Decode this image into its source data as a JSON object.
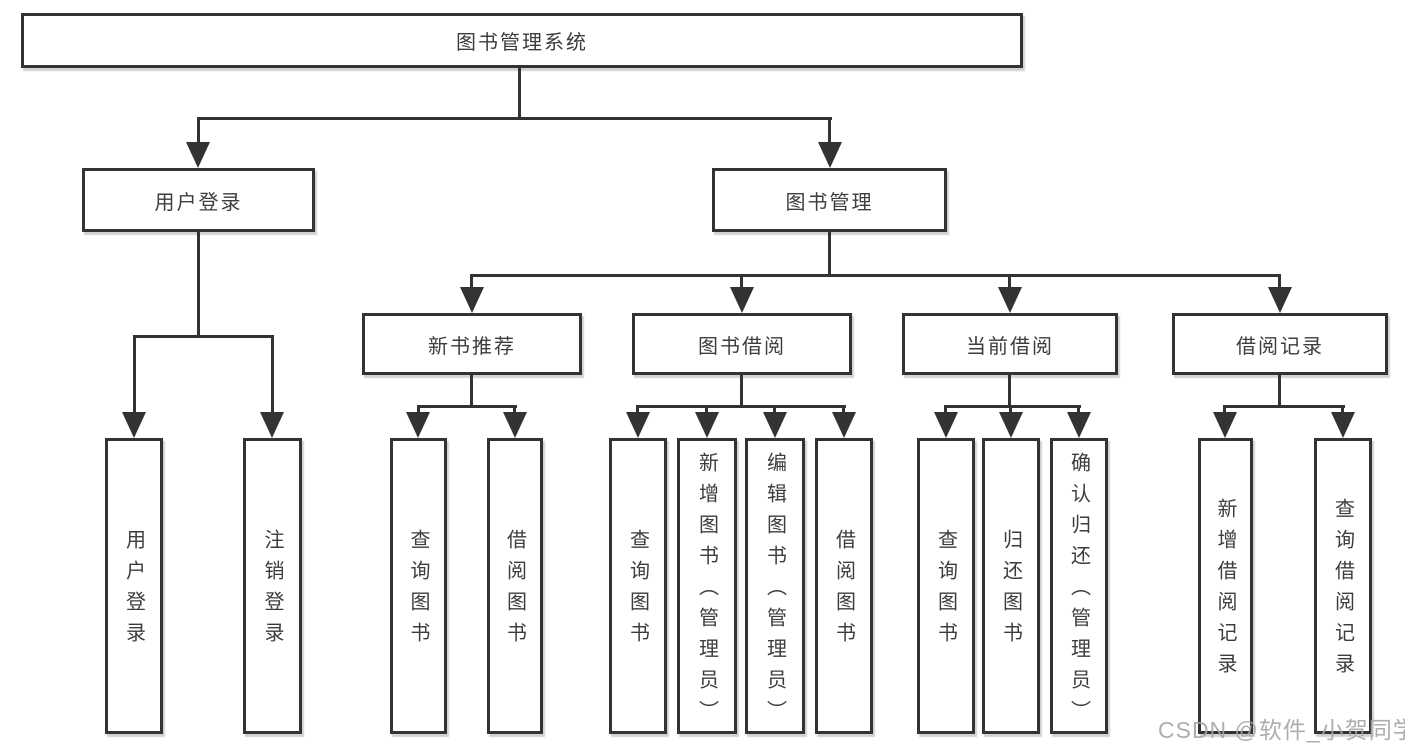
{
  "tree": {
    "label": "图书管理系统",
    "children": [
      {
        "label": "用户登录",
        "children": [
          {
            "label": "用户登录"
          },
          {
            "label": "注销登录"
          }
        ]
      },
      {
        "label": "图书管理",
        "children": [
          {
            "label": "新书推荐",
            "children": [
              {
                "label": "查询图书"
              },
              {
                "label": "借阅图书"
              }
            ]
          },
          {
            "label": "图书借阅",
            "children": [
              {
                "label": "查询图书"
              },
              {
                "label": "新增图书（管理员）"
              },
              {
                "label": "编辑图书（管理员）"
              },
              {
                "label": "借阅图书"
              }
            ]
          },
          {
            "label": "当前借阅",
            "children": [
              {
                "label": "查询图书"
              },
              {
                "label": "归还图书"
              },
              {
                "label": "确认归还（管理员）"
              }
            ]
          },
          {
            "label": "借阅记录",
            "children": [
              {
                "label": "新增借阅记录"
              },
              {
                "label": "查询借阅记录"
              }
            ]
          }
        ]
      }
    ]
  },
  "watermark": "CSDN @软件_小贺同学",
  "colors": {
    "line": "#333333",
    "text": "#3d3d3d",
    "box_background": "#ffffff",
    "page_background": "#ffffff",
    "watermark": "#a5a5a5"
  }
}
